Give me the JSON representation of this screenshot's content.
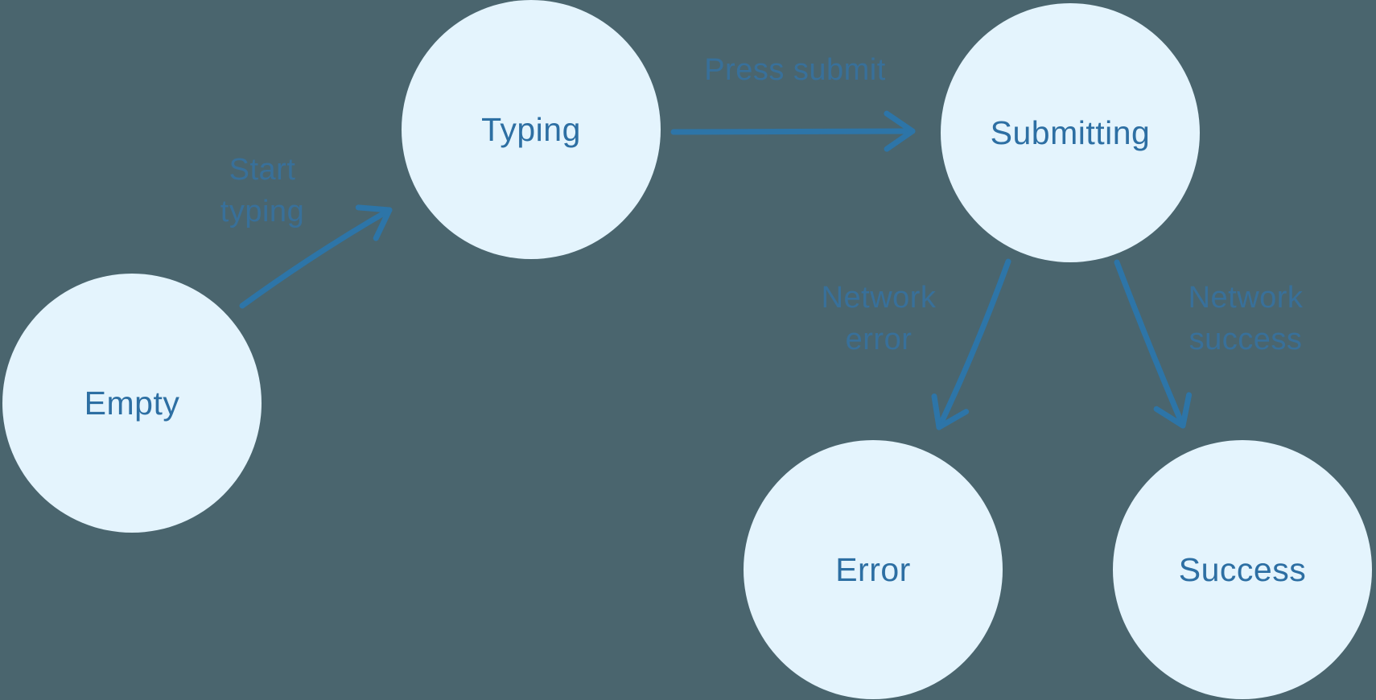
{
  "colors": {
    "bg": "#4a656e",
    "node-fill": "#e4f4fd",
    "node-text": "#2d6fa3",
    "edge-label": "#38709a",
    "arrow": "#2d75a8"
  },
  "diagram": {
    "type": "state-machine"
  },
  "nodes": [
    {
      "id": "empty",
      "label": "Empty"
    },
    {
      "id": "typing",
      "label": "Typing"
    },
    {
      "id": "submitting",
      "label": "Submitting"
    },
    {
      "id": "error",
      "label": "Error"
    },
    {
      "id": "success",
      "label": "Success"
    }
  ],
  "edges": [
    {
      "from": "empty",
      "to": "typing",
      "label": "Start typing",
      "lines": [
        "Start",
        "typing"
      ]
    },
    {
      "from": "typing",
      "to": "submitting",
      "label": "Press submit",
      "lines": [
        "Press submit"
      ]
    },
    {
      "from": "submitting",
      "to": "error",
      "label": "Network error",
      "lines": [
        "Network",
        "error"
      ]
    },
    {
      "from": "submitting",
      "to": "success",
      "label": "Network success",
      "lines": [
        "Network",
        "success"
      ]
    }
  ]
}
